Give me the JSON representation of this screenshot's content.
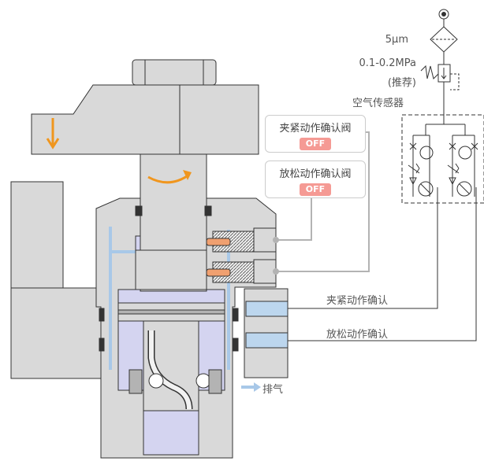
{
  "labels": {
    "filter": "5μm",
    "pressure_line1": "0.1-0.2MPa",
    "pressure_line2": "(推荐)",
    "sensor": "空气传感器",
    "clamp_confirm": "夹紧动作确认",
    "release_confirm": "放松动作确认",
    "exhaust": "排气"
  },
  "valves": [
    {
      "title": "夹紧动作确认阀",
      "state": "OFF"
    },
    {
      "title": "放松动作确认阀",
      "state": "OFF"
    }
  ],
  "colors": {
    "badge": "#f59a94",
    "body_gray": "#d9d9d9",
    "dark_gray": "#b3b3b3",
    "air_blue": "#a8c8e8",
    "chamber_purple": "#d4d4f0",
    "arrow_orange": "#f0961e"
  }
}
